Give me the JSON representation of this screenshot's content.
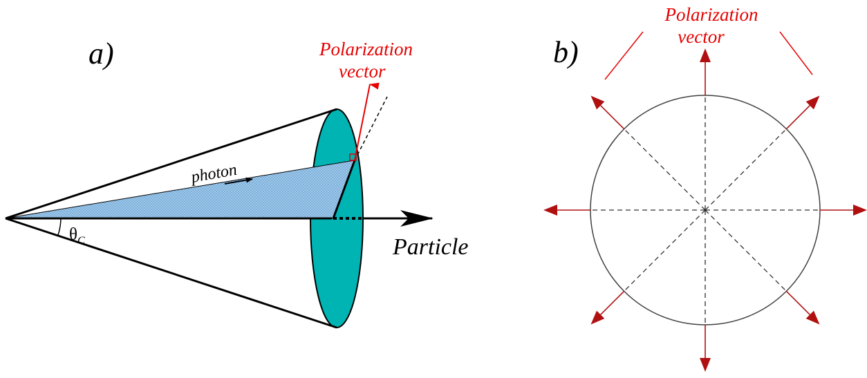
{
  "diagram": {
    "panel_a": {
      "label": "a)",
      "polarization_line1": "Polarization",
      "polarization_line2": "vector",
      "photon_label": "photon",
      "angle_symbol": "θ",
      "angle_subscript": "C",
      "axis_label": "Particle"
    },
    "panel_b": {
      "label": "b)",
      "polarization_line1": "Polarization",
      "polarization_line2": "vector",
      "arrow_count": 8
    },
    "colors": {
      "cone_base": "#00b4b4",
      "photon_plane": "#9cc8ec",
      "polarization_text": "#e60000",
      "radial_arrows": "#b01010",
      "lines": "#000000"
    }
  }
}
